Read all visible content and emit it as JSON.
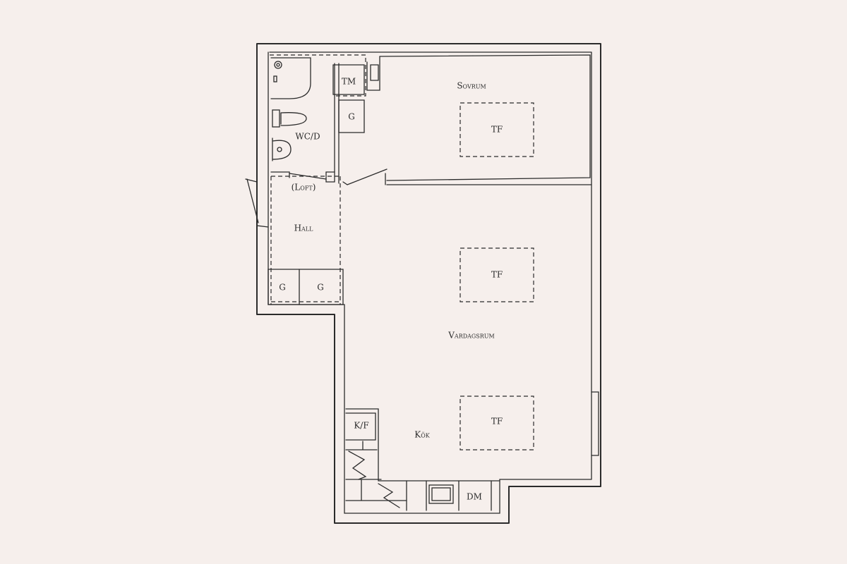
{
  "rooms": {
    "sovrum": "Sovrum",
    "wc": "WC/D",
    "loft": "(Loft)",
    "hall": "Hall",
    "vardagsrum": "Vardagsrum",
    "kok": "Kök"
  },
  "fixtures": {
    "tm": "TM",
    "g_bedroom": "G",
    "g_hall_1": "G",
    "g_hall_2": "G",
    "tf_bedroom": "TF",
    "tf_living_1": "TF",
    "tf_living_2": "TF",
    "kf": "K/F",
    "dm": "DM"
  },
  "colors": {
    "background": "#f6efec",
    "ink": "#2b2b2b"
  }
}
